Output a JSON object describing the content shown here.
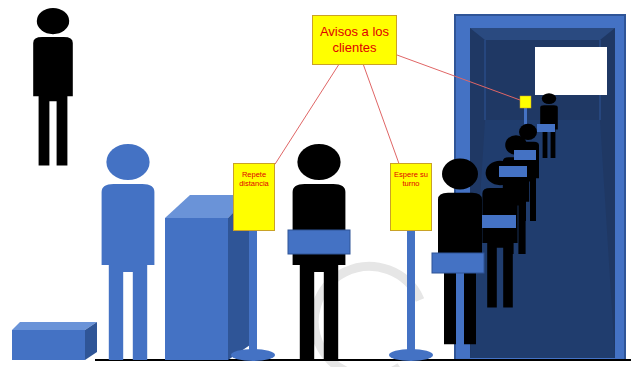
{
  "diagram": {
    "nodes": [
      {
        "text": [
          "Avisos a los clientes"
        ]
      },
      {
        "text": [
          "Repete distancia"
        ]
      },
      {
        "text": [
          "Espere su turno"
        ]
      }
    ],
    "edges": [
      {
        "from": 0,
        "to": 1,
        "arrow": "none"
      },
      {
        "from": 0,
        "to": 2,
        "arrow": "none"
      }
    ]
  }
}
